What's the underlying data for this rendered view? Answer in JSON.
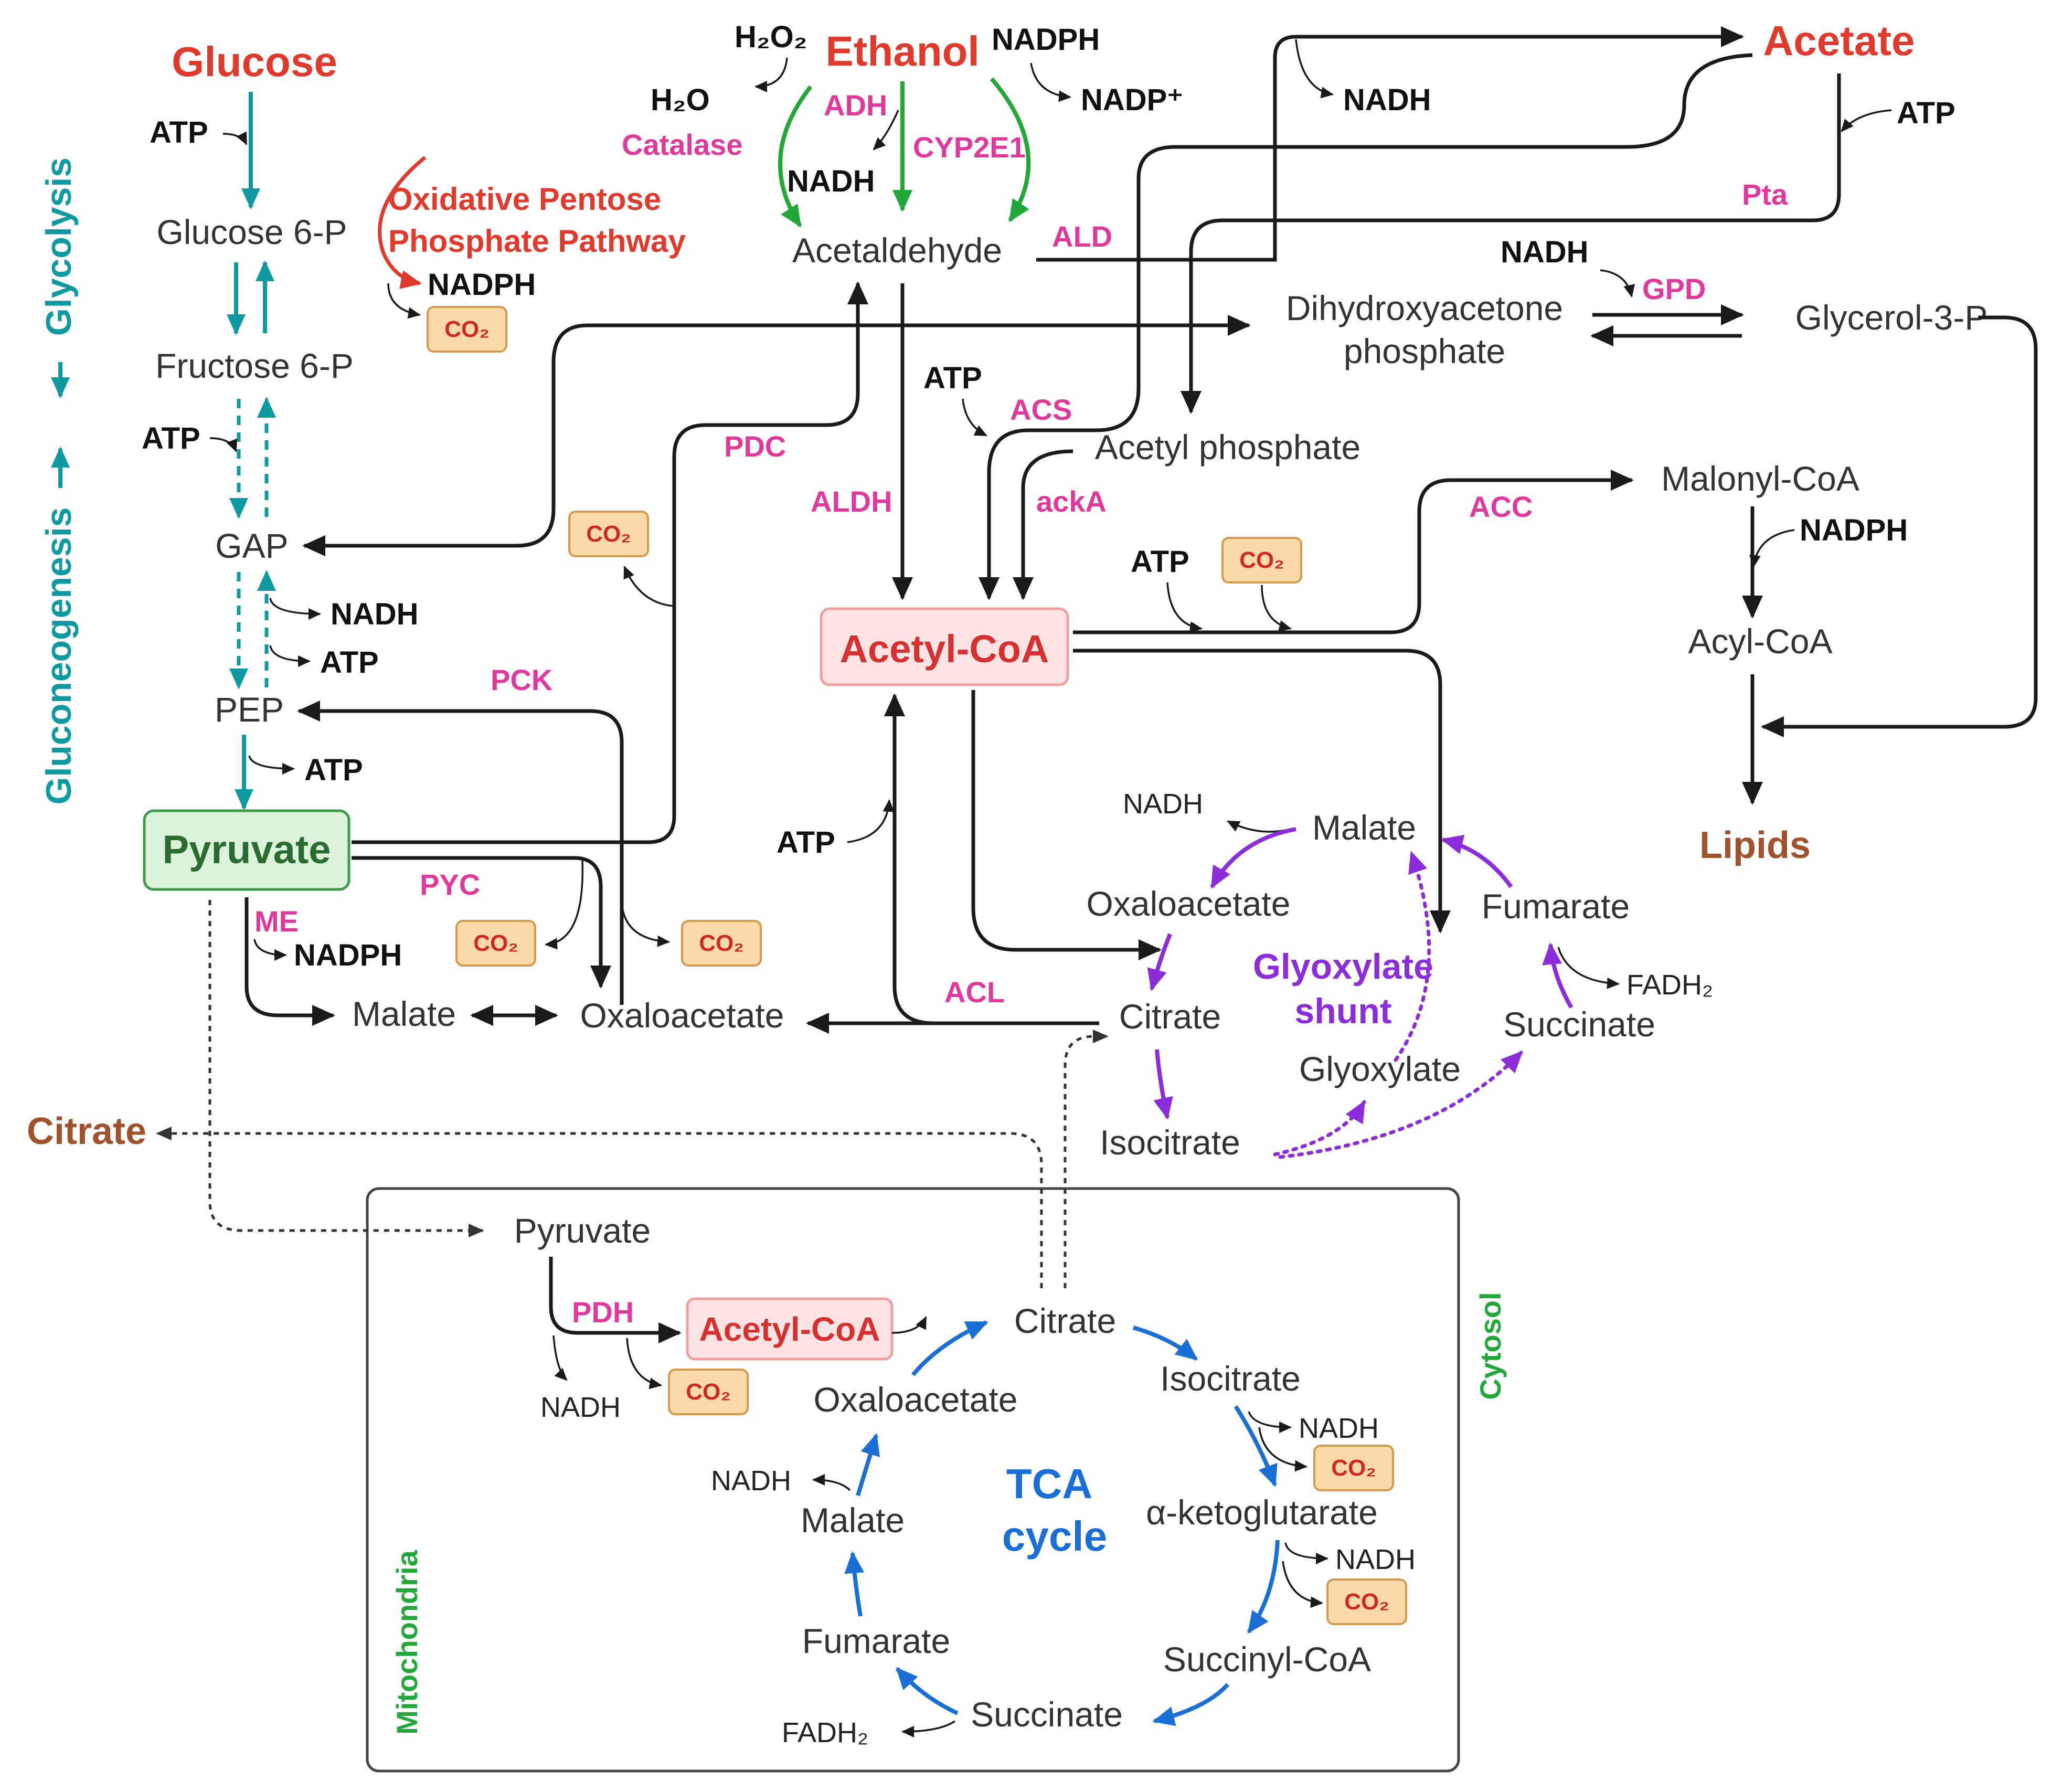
{
  "colors": {
    "enzyme": "#e0389b",
    "highlight_red": "#e03a2c",
    "glycolysis_teal": "#0e9aa0",
    "ethanol_green": "#22a838",
    "glyoxylate_purple": "#8b2ddb",
    "tca_blue": "#1a6fd6",
    "lipid_brown": "#a0522d",
    "compartment_green": "#22a838"
  },
  "compartments": {
    "cytosol": "Cytosol",
    "mitochondria": "Mitochondria"
  },
  "side_labels": {
    "glycolysis": "Glycolysis",
    "gluconeogenesis": "Gluconeogenesis"
  },
  "metabolites": {
    "glucose": "Glucose",
    "ethanol": "Ethanol",
    "acetate": "Acetate",
    "glucose6p": "Glucose 6-P",
    "fructose6p": "Fructose 6-P",
    "gap": "GAP",
    "pep": "PEP",
    "pyruvate": "Pyruvate",
    "acetaldehyde": "Acetaldehyde",
    "dhap_line1": "Dihydroxyacetone",
    "dhap_line2": "phosphate",
    "glycerol3p": "Glycerol-3-P",
    "acetyl_phosphate": "Acetyl phosphate",
    "malonyl_coa": "Malonyl-CoA",
    "acyl_coa": "Acyl-CoA",
    "lipids": "Lipids",
    "acetyl_coa": "Acetyl-CoA",
    "malate_cyt": "Malate",
    "oxaloacetate_cyt": "Oxaloacetate",
    "citrate_out": "Citrate",
    "gly_malate": "Malate",
    "gly_oxaloacetate": "Oxaloacetate",
    "gly_fumarate": "Fumarate",
    "gly_citrate": "Citrate",
    "gly_succinate": "Succinate",
    "gly_glyoxylate": "Glyoxylate",
    "gly_isocitrate": "Isocitrate",
    "gly_title_1": "Glyoxylate",
    "gly_title_2": "shunt",
    "mito_pyruvate": "Pyruvate",
    "mito_acetyl_coa": "Acetyl-CoA",
    "tca_citrate": "Citrate",
    "tca_isocitrate": "Isocitrate",
    "tca_akg": "α-ketoglutarate",
    "tca_succinyl_coa": "Succinyl-CoA",
    "tca_succinate": "Succinate",
    "tca_fumarate": "Fumarate",
    "tca_malate": "Malate",
    "tca_oxaloacetate": "Oxaloacetate",
    "tca_title_1": "TCA",
    "tca_title_2": "cycle"
  },
  "pathway_labels": {
    "oppp_line1": "Oxidative Pentose",
    "oppp_line2": "Phosphate Pathway"
  },
  "enzymes": {
    "adh": "ADH",
    "catalase": "Catalase",
    "cyp2e1": "CYP2E1",
    "ald": "ALD",
    "pta": "Pta",
    "gpd": "GPD",
    "acs": "ACS",
    "acka": "ackA",
    "aldh": "ALDH",
    "pdc": "PDC",
    "acc": "ACC",
    "pck": "PCK",
    "pyc": "PYC",
    "me": "ME",
    "acl": "ACL",
    "pdh": "PDH"
  },
  "cofactors": {
    "atp": "ATP",
    "nadh": "NADH",
    "nadph": "NADPH",
    "nadp_plus": "NADP⁺",
    "h2o2": "H₂O₂",
    "h2o": "H₂O",
    "co2": "CO₂",
    "fadh2": "FADH₂"
  }
}
